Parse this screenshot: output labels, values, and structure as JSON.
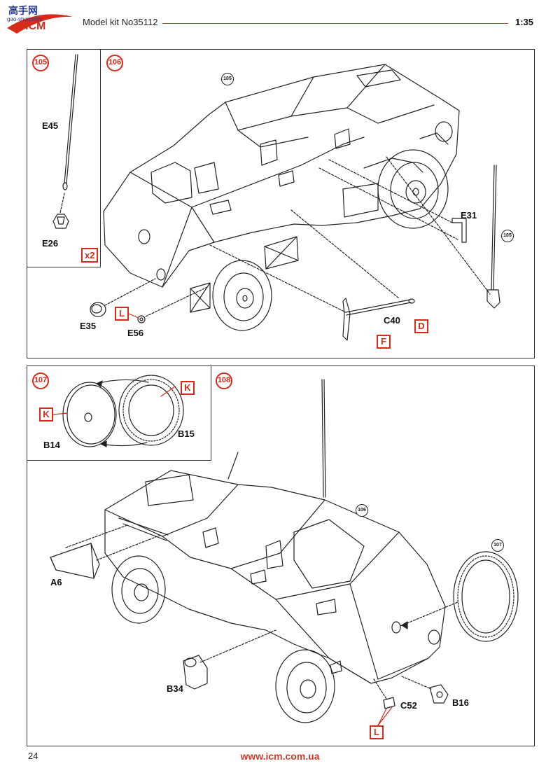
{
  "header": {
    "logo_text": "ICM",
    "watermark": "高手网",
    "watermark_url": "gao-shou.com",
    "kit_title": "Model kit No35112",
    "scale": "1:35"
  },
  "steps": {
    "s105": "105",
    "s106": "106",
    "s107": "107",
    "s108": "108"
  },
  "refs": {
    "r105_a": "105",
    "r105_b": "105",
    "r106": "106",
    "r107": "107"
  },
  "parts": {
    "E45": "E45",
    "E26": "E26",
    "E31": "E31",
    "E35": "E35",
    "E56": "E56",
    "C40": "C40",
    "B14": "B14",
    "B15": "B15",
    "A6": "A6",
    "B34": "B34",
    "C52": "C52",
    "B16": "B16"
  },
  "callouts": {
    "x2": "x2",
    "L_top": "L",
    "D": "D",
    "F": "F",
    "K_left": "K",
    "K_right": "K",
    "L_bottom": "L"
  },
  "footer": {
    "page_number": "24",
    "website": "www.icm.com.ua"
  },
  "colors": {
    "accent_red": "#d62a1a",
    "line": "#222222"
  }
}
